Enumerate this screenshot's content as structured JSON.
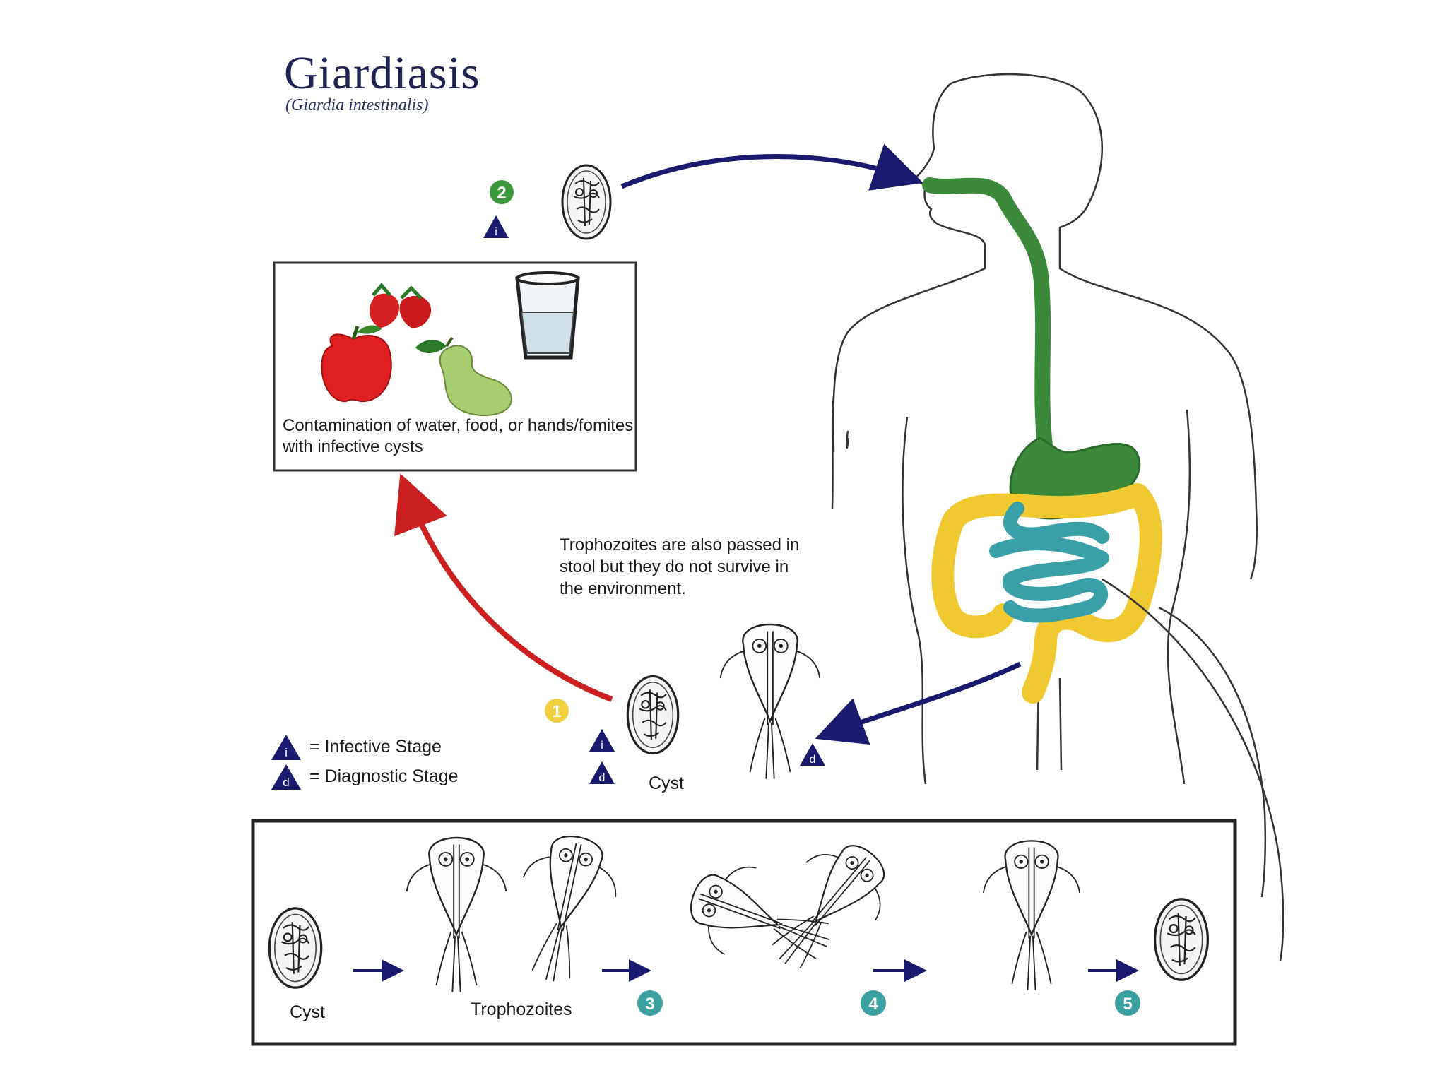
{
  "title": "Giardiasis",
  "subtitle": "(Giardia intestinalis)",
  "contamination_caption": "Contamination of water, food, or hands/fomites with infective cysts",
  "trophozoite_note": "Trophozoites are also passed in stool but they do not survive in the environment.",
  "legend": {
    "infective": "= Infective Stage",
    "diagnostic": "= Diagnostic Stage"
  },
  "stage_letters": {
    "infective": "i",
    "diagnostic": "d"
  },
  "labels": {
    "cyst": "Cyst",
    "cyst_bottom": "Cyst",
    "trophozoites": "Trophozoites"
  },
  "steps": [
    "1",
    "2",
    "3",
    "4",
    "5"
  ],
  "colors": {
    "title": "#1e2352",
    "esophagus_stomach": "#3a8a3a",
    "small_intestine": "#3aa0a8",
    "colon": "#f0c830",
    "arrow_blue": "#1a1a6e",
    "arrow_red": "#cc2020",
    "step_green": "#3a9a3a",
    "step_yellow": "#f0d040",
    "step_teal": "#3aa0a0",
    "triangle": "#1a1a6e"
  }
}
